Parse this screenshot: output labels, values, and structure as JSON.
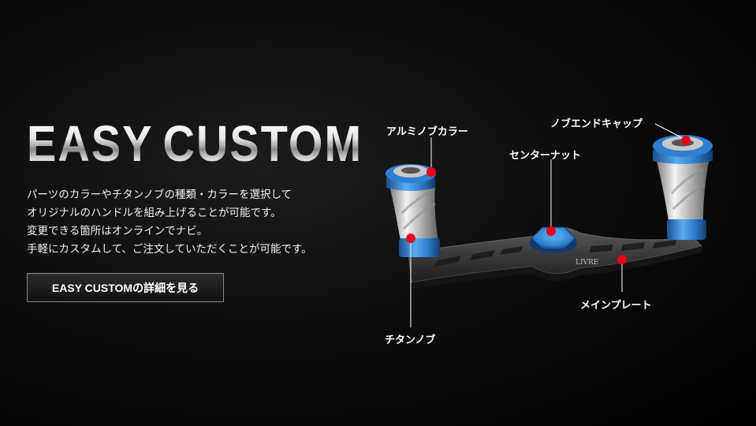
{
  "logo": {
    "left_word": "EASY",
    "right_word": "CUSTOM"
  },
  "description": {
    "lines": [
      "パーツのカラーやチタンノブの種類・カラーを選択して",
      "オリジナルのハンドルを組み上げることが可能です。",
      "変更できる箇所はオンラインでナビ。",
      "手軽にカスタムして、ご注文していただくことが可能です。"
    ]
  },
  "cta": {
    "label": "EASY CUSTOMの詳細を見る"
  },
  "product": {
    "plate_brand": "LIVRE",
    "marker_color": "#e8001c",
    "accent_blue": "#2f7fd0",
    "callouts": {
      "aluminum_knob_color": "アルミノブカラー",
      "knob_end_cap": "ノブエンドキャップ",
      "center_nut": "センターナット",
      "main_plate": "メインプレート",
      "titanium_knob": "チタンノブ"
    }
  }
}
